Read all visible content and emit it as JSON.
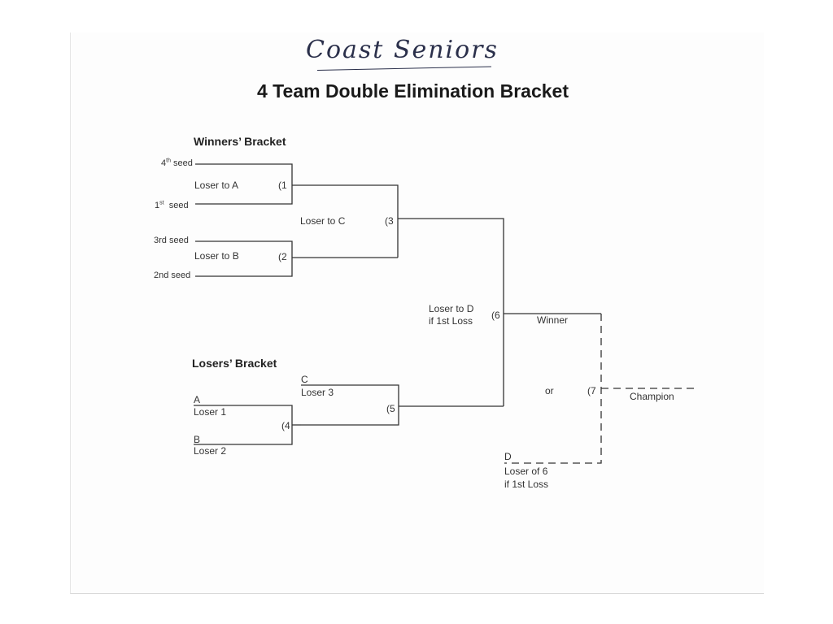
{
  "handwriting": "Coast Seniors",
  "title": "4 Team Double Elimination Bracket",
  "winners_heading": "Winners’ Bracket",
  "losers_heading": "Losers’ Bracket",
  "seeds": {
    "s4_num": "4",
    "s4_sup": "th",
    "s4_word": "seed",
    "s1_num": "1",
    "s1_sup": "st",
    "s1_word": "seed",
    "s3": "3rd seed",
    "s2": "2nd seed"
  },
  "games": {
    "g1": "(1",
    "g2": "(2",
    "g3": "(3",
    "g4": "(4",
    "g5": "(5",
    "g6": "(6",
    "g7": "(7"
  },
  "labels": {
    "loser_to_a": "Loser to A",
    "loser_to_b": "Loser to B",
    "loser_to_c": "Loser to C",
    "loser_to_d_line1": "Loser to D",
    "loser_to_d_line2": "if 1st Loss",
    "winner": "Winner",
    "or": "or",
    "champion": "Champion",
    "a": "A",
    "loser1": "Loser 1",
    "b": "B",
    "loser2": "Loser 2",
    "c": "C",
    "loser3": "Loser 3",
    "d": "D",
    "loser_of_6": "Loser of 6",
    "if_1st_loss": "if 1st Loss"
  }
}
